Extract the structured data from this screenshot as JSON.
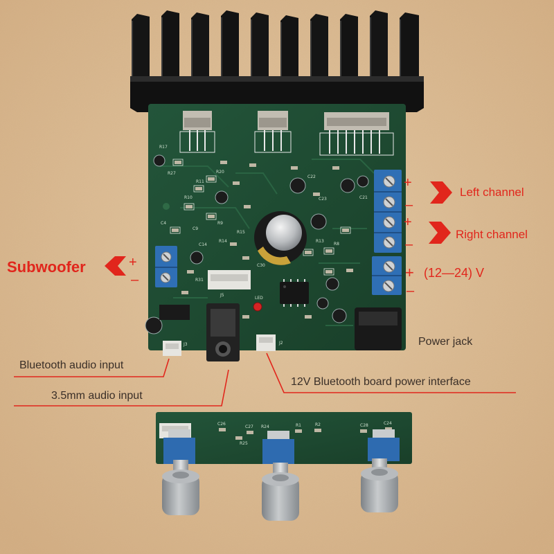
{
  "annotations": {
    "left_channel": {
      "plus": "+",
      "minus": "–",
      "label": "Left channel"
    },
    "right_channel": {
      "plus": "+",
      "minus": "–",
      "label": "Right channel"
    },
    "power_input": {
      "plus": "+",
      "voltage": "(12—24) V",
      "minus": "–"
    },
    "subwoofer": {
      "label": "Subwoofer",
      "plus": "+",
      "minus": "–"
    },
    "power_jack": "Power jack",
    "bluetooth_audio_input": "Bluetooth audio input",
    "audio_input_35mm": "3.5mm audio input",
    "bluetooth_power": "12V Bluetooth board power interface"
  },
  "silkscreen": [
    "R17",
    "R27",
    "R20",
    "R11",
    "R10",
    "R9",
    "C4",
    "C9",
    "C14",
    "R15",
    "R14",
    "R13",
    "R8",
    "C30",
    "R31",
    "J5",
    "LED",
    "J2",
    "J3",
    "C22",
    "C23",
    "C21",
    "C26",
    "C27",
    "R24",
    "R1",
    "R2",
    "C28",
    "C24",
    "R25"
  ],
  "colors": {
    "background": "#d9b88f",
    "pcb": "#1f4a30",
    "heatsink": "#141414",
    "terminal_block": "#2f6fb5",
    "annotation_red": "#e1261c",
    "knob": "#a9adb0"
  }
}
